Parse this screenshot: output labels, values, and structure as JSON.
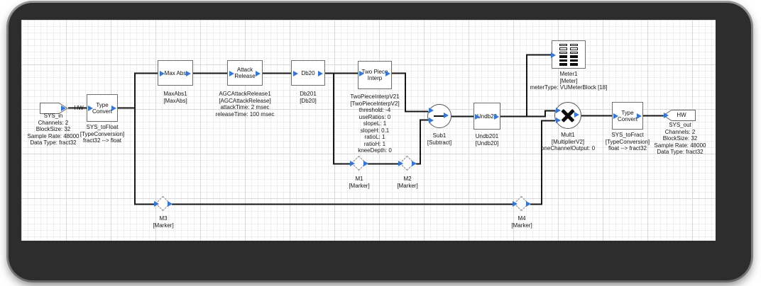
{
  "window": {
    "kind": "signal-flow designer canvas"
  },
  "colors": {
    "frame": "#2d2d2d",
    "canvas_bg": "#ffffff",
    "wire": "#161616",
    "port_blue": "#2e78e6",
    "block_border": "#6e6e6e",
    "grid_minor": "#eeeeee",
    "grid_major": "#d9d9d9"
  },
  "nodes": {
    "sys_in": {
      "shape_label": "HW",
      "lines": [
        "SYS_in",
        "Channels: 2",
        "BlockSize: 32",
        "Sample Rate: 48000",
        "Data Type: fract32"
      ]
    },
    "type_convert_in": {
      "title": "Type Convert",
      "lines": [
        "SYS_toFloat",
        "[TypeConversion]",
        "fract32 --> float"
      ]
    },
    "max_abs": {
      "title": "Max Abs",
      "lines": [
        "MaxAbs1",
        "[MaxAbs]"
      ]
    },
    "attack_release": {
      "title": "Attack Release",
      "lines": [
        "AGCAttackRelease1",
        "[AGCAttackRelease]",
        "attackTime: 2 msec",
        "releaseTime: 100 msec"
      ]
    },
    "db20": {
      "title": "Db20",
      "lines": [
        "Db201",
        "[Db20]"
      ]
    },
    "two_piece_interp": {
      "title": "Two Piece Interp",
      "lines": [
        "TwoPieceInterpV21",
        "[TwoPieceInterpV2]",
        "threshold: -4",
        "useRatios: 0",
        "slopeL: 1",
        "slopeH: 0.1",
        "ratioL: 1",
        "ratioH: 1",
        "kneeDepth: 0"
      ]
    },
    "sub": {
      "lines": [
        "Sub1",
        "[Subtract]"
      ]
    },
    "undb20": {
      "title": "Undb20",
      "lines": [
        "Undb201",
        "[Undb20]"
      ]
    },
    "meter": {
      "lines": [
        "Meter1",
        "[Meter]",
        "meterType: VUMeterBlock [18]"
      ]
    },
    "mult": {
      "lines": [
        "Mult1",
        "[MultiplierV2]",
        "oneChannelOutput: 0"
      ]
    },
    "type_convert_out": {
      "title": "Type Convert",
      "lines": [
        "SYS_toFract",
        "[TypeConversion]",
        "float --> fract32"
      ]
    },
    "sys_out": {
      "shape_label": "HW",
      "lines": [
        "SYS_out",
        "Channels: 2",
        "BlockSize: 32",
        "Sample Rate: 48000",
        "Data Type: fract32"
      ]
    },
    "m1": {
      "lines": [
        "M1",
        "[Marker]"
      ]
    },
    "m2": {
      "lines": [
        "M2",
        "[Marker]"
      ]
    },
    "m3": {
      "lines": [
        "M3",
        "[Marker]"
      ]
    },
    "m4": {
      "lines": [
        "M4",
        "[Marker]"
      ]
    }
  }
}
